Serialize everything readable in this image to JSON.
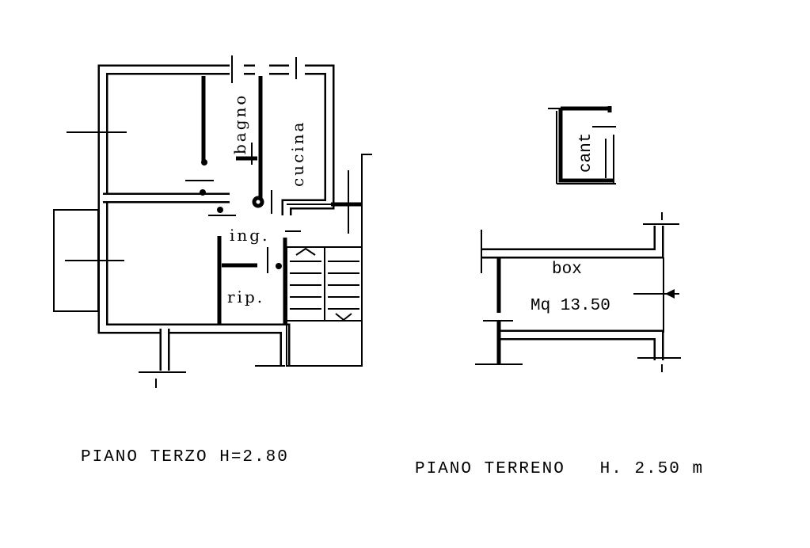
{
  "plan_terzo": {
    "title": "PIANO TERZO H=2.80",
    "rooms": {
      "bagno": "bagno",
      "cucina": "cucina",
      "ingresso": "ing.",
      "ripostiglio": "rip."
    }
  },
  "plan_terreno": {
    "title": "PIANO TERRENO   H. 2.50 m",
    "rooms": {
      "cantina": "cant",
      "box": "box",
      "box_area": "Mq 13.50"
    }
  }
}
